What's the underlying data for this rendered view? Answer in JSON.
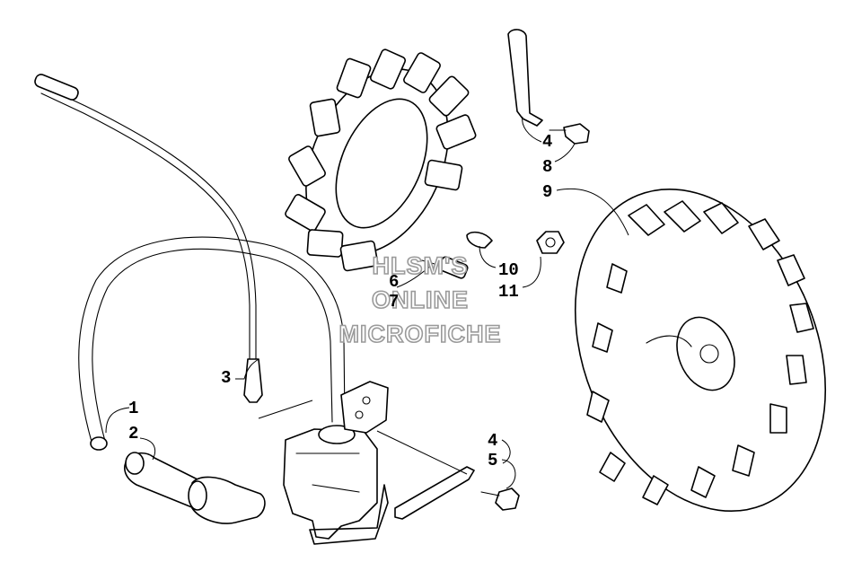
{
  "callouts": {
    "c1": "1",
    "c2": "2",
    "c3": "3",
    "c4a": "4",
    "c5": "5",
    "c4b": "4",
    "c8": "8",
    "c9": "9",
    "c6": "6",
    "c7": "7",
    "c10": "10",
    "c11": "11"
  },
  "watermark": {
    "line1": "HLSM'S",
    "line2": "ONLINE",
    "line3": "MICROFICHE"
  },
  "colors": {
    "line": "#000000",
    "watermark_outline": "#9a9a9a",
    "background": "#ffffff"
  }
}
